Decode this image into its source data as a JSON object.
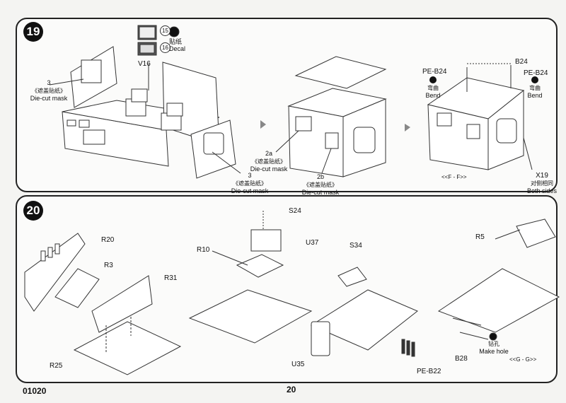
{
  "step19": {
    "number": "19",
    "decal_15_num": "15",
    "decal_16_num": "16",
    "decal_cn": "贴纸",
    "decal_en": "Decal",
    "mask3_num_a": "3",
    "mask3_cn_a": "《遮盖贴纸》",
    "mask3_en_a": "Die-cut mask",
    "v16": "V16",
    "mask3_num_b": "3",
    "mask3_cn_b": "《遮盖贴纸》",
    "mask3_en_b": "Die-cut mask",
    "mask2a_num": "2a",
    "mask2a_cn": "《遮盖贴纸》",
    "mask2a_en": "Die-cut mask",
    "mask2b_num": "2b",
    "mask2b_cn": "《遮盖贴纸》",
    "mask2b_en": "Die-cut mask",
    "pe_b24_left": "PE-B24",
    "b24": "B24",
    "pe_b24_right": "PE-B24",
    "bend_cn": "弯曲",
    "bend_en": "Bend",
    "bend_cn_r": "弯曲",
    "bend_en_r": "Bend",
    "section_ff": "<<F - F>>",
    "x19": "X19",
    "both_cn": "对侧相同",
    "both_en": "Both sides"
  },
  "step20": {
    "number": "20",
    "r20": "R20",
    "r3": "R3",
    "r31": "R31",
    "r25": "R25",
    "r10": "R10",
    "s24": "S24",
    "u37": "U37",
    "s34": "S34",
    "u35": "U35",
    "pe_b22": "PE-B22",
    "r5": "R5",
    "hole_cn": "钻孔",
    "hole_en": "Make hole",
    "b28": "B28",
    "section_gg": "<<G - G>>"
  },
  "footer": {
    "code": "01020",
    "page": "20"
  }
}
